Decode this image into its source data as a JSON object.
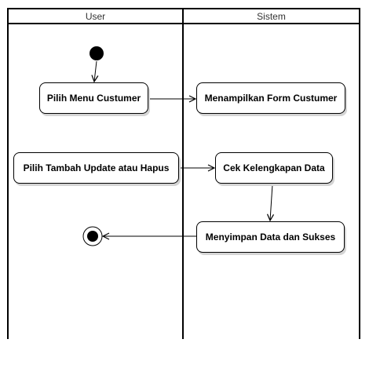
{
  "lanes": {
    "user": "User",
    "sistem": "Sistem"
  },
  "nodes": {
    "pilih_menu": "Pilih Menu Custumer",
    "tampilkan_form": "Menampilkan Form Custumer",
    "pilih_tambah": "Pilih Tambah Update atau Hapus",
    "cek_data": "Cek Kelengkapan Data",
    "simpan_data": "Menyimpan Data dan Sukses"
  },
  "colors": {
    "stroke": "#000000",
    "shadow": "#d4d4d4",
    "header_text": "#333333"
  }
}
